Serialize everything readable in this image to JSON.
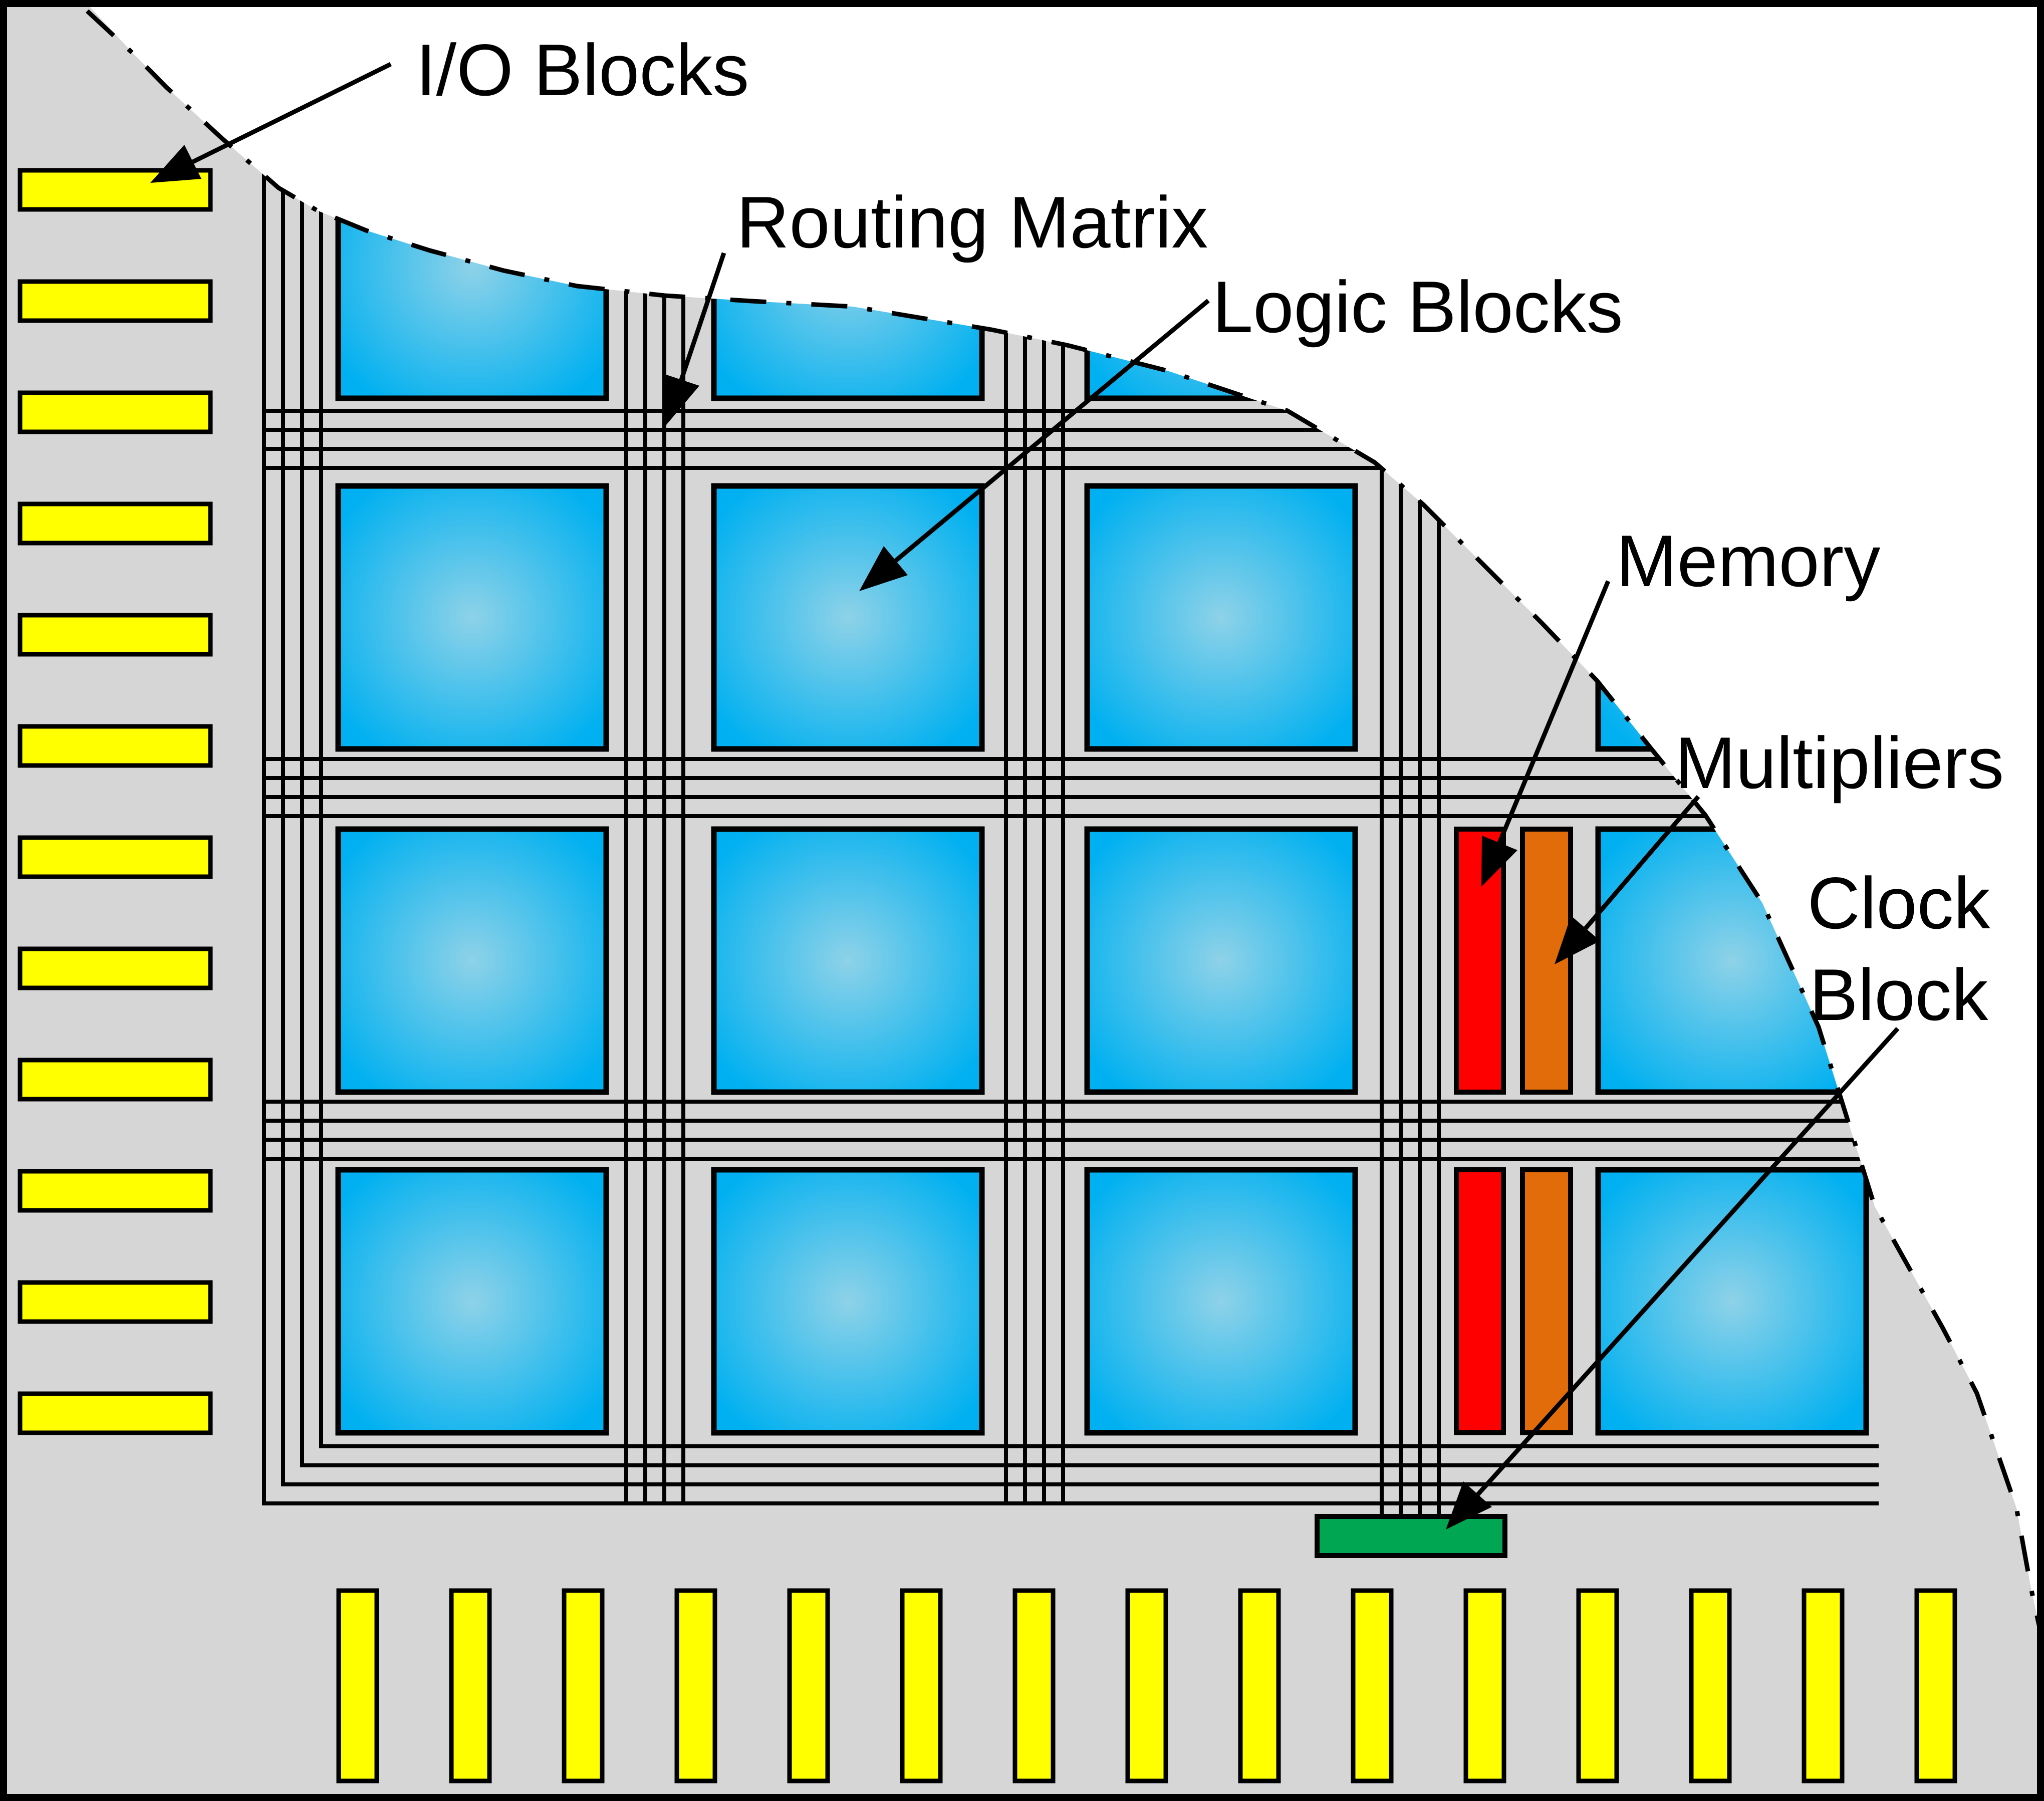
{
  "diagram": {
    "kind": "fpga-architecture-diagram",
    "labels": {
      "io_blocks": "I/O Blocks",
      "routing_matrix": "Routing Matrix",
      "logic_blocks": "Logic Blocks",
      "memory": "Memory",
      "multipliers": "Multipliers",
      "clock_block_line1": "Clock",
      "clock_block_line2": "Block"
    },
    "colors": {
      "background": "#ffffff",
      "chip": "#d6d6d6",
      "line": "#000000",
      "io": "#ffff00",
      "logic_edge": "#00b0f0",
      "logic_center": "#8ed2e8",
      "memory": "#ff0000",
      "multiplier": "#e36c0a",
      "clock": "#00a651"
    },
    "counts": {
      "left_io_blocks": 12,
      "bottom_io_blocks": 15,
      "logic_block_columns": 4,
      "logic_block_rows": 4,
      "memory_blocks": 2,
      "multiplier_blocks": 2,
      "clock_blocks": 1,
      "lines_per_routing_channel": 4
    }
  }
}
